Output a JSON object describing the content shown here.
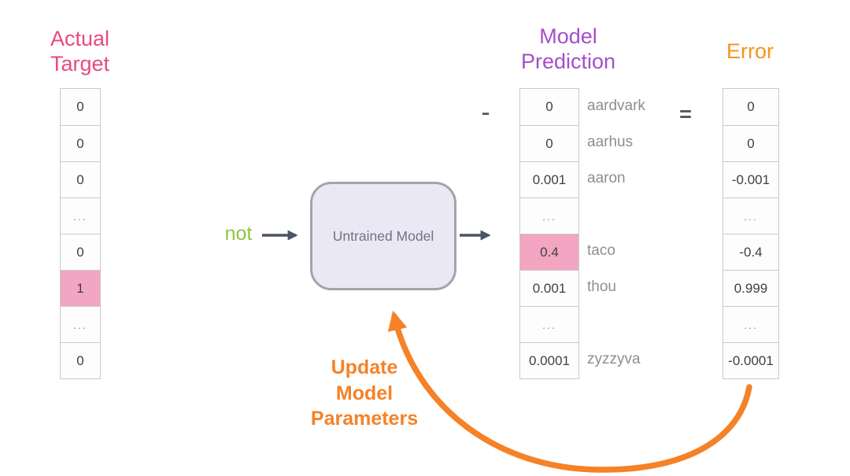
{
  "headers": {
    "actual_target": "Actual\nTarget",
    "model_prediction": "Model\nPrediction",
    "error": "Error"
  },
  "colors": {
    "pink_header": "#e84a7c",
    "purple_header": "#a54dca",
    "orange_header": "#f7941e",
    "orange_accent": "#f58227",
    "green_input": "#8dc63f",
    "dark_arrow": "#4b5563",
    "highlight_pink": "#f3a6c1"
  },
  "input": {
    "word": "not"
  },
  "model": {
    "label": "Untrained Model"
  },
  "operators": {
    "minus": "-",
    "equals": "="
  },
  "columns": {
    "target": {
      "values": [
        "0",
        "0",
        "0",
        "...",
        "0",
        "1",
        "...",
        "0"
      ],
      "highlight_index": 5
    },
    "prediction": {
      "values": [
        "0",
        "0",
        "0.001",
        "...",
        "0.4",
        "0.001",
        "...",
        "0.0001"
      ],
      "labels": [
        "aardvark",
        "aarhus",
        "aaron",
        "",
        "taco",
        "thou",
        "",
        "zyzzyva"
      ],
      "highlight_index": 4
    },
    "error": {
      "values": [
        "0",
        "0",
        "-0.001",
        "...",
        "-0.4",
        "0.999",
        "...",
        "-0.0001"
      ]
    }
  },
  "feedback": {
    "label": "Update\nModel\nParameters"
  }
}
